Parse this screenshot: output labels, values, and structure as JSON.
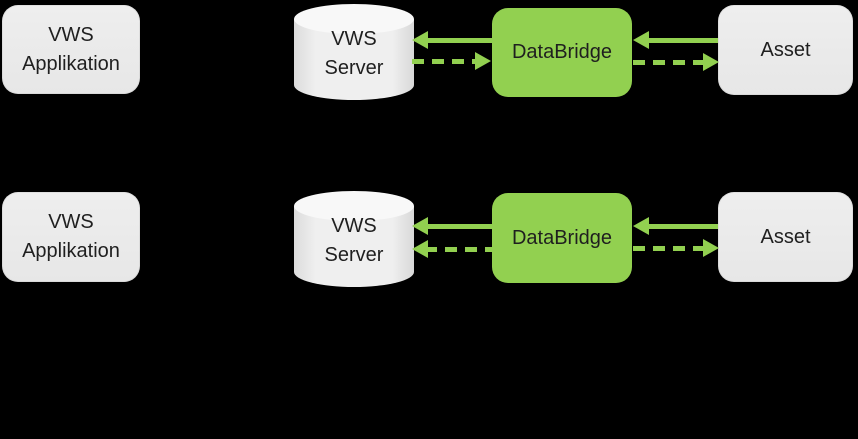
{
  "canvas": {
    "background": "#000000"
  },
  "colors": {
    "node_fill": "#e9e9e9",
    "bridge_fill": "#92d050",
    "arrow_green": "#92d050",
    "text": "#1f1f1f"
  },
  "rows": [
    {
      "app": {
        "line1": "VWS",
        "line2": "Applikation"
      },
      "server": {
        "line1": "VWS",
        "line2": "Server",
        "shape": "cylinder"
      },
      "bridge": {
        "label": "DataBridge"
      },
      "asset": {
        "label": "Asset"
      },
      "connections": [
        {
          "from": "DataBridge",
          "to": "VWS Server",
          "style": "solid",
          "direction": "left"
        },
        {
          "from": "VWS Server",
          "to": "DataBridge",
          "style": "dashed",
          "direction": "right"
        },
        {
          "from": "Asset",
          "to": "DataBridge",
          "style": "solid",
          "direction": "left"
        },
        {
          "from": "DataBridge",
          "to": "Asset",
          "style": "dashed",
          "direction": "right"
        }
      ]
    },
    {
      "app": {
        "line1": "VWS",
        "line2": "Applikation"
      },
      "server": {
        "line1": "VWS",
        "line2": "Server",
        "shape": "cylinder"
      },
      "bridge": {
        "label": "DataBridge"
      },
      "asset": {
        "label": "Asset"
      },
      "connections": [
        {
          "from": "DataBridge",
          "to": "VWS Server",
          "style": "solid",
          "direction": "left"
        },
        {
          "from": "DataBridge",
          "to": "VWS Server",
          "style": "dashed",
          "direction": "left"
        },
        {
          "from": "Asset",
          "to": "DataBridge",
          "style": "solid",
          "direction": "left"
        },
        {
          "from": "DataBridge",
          "to": "Asset",
          "style": "dashed",
          "direction": "right"
        }
      ]
    }
  ]
}
